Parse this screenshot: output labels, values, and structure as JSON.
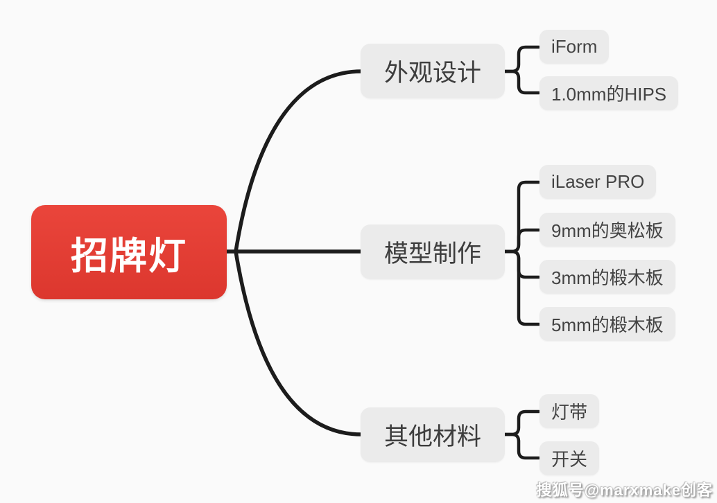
{
  "mindmap": {
    "root": {
      "label": "招牌灯"
    },
    "branches": [
      {
        "label": "外观设计",
        "children": [
          {
            "label": "iForm"
          },
          {
            "label": "1.0mm的HIPS"
          }
        ]
      },
      {
        "label": "模型制作",
        "children": [
          {
            "label": "iLaser PRO"
          },
          {
            "label": "9mm的奥松板"
          },
          {
            "label": "3mm的椴木板"
          },
          {
            "label": "5mm的椴木板"
          }
        ]
      },
      {
        "label": "其他材料",
        "children": [
          {
            "label": "灯带"
          },
          {
            "label": "开关"
          }
        ]
      }
    ]
  },
  "watermark": {
    "text": "搜狐号@marxmake创客"
  },
  "colors": {
    "background": "#fafafa",
    "root_bg": "#e23b33",
    "root_text": "#ffffff",
    "node_bg": "#ebebeb",
    "node_text": "#3d3d3d",
    "connector": "#1c1c1c"
  }
}
